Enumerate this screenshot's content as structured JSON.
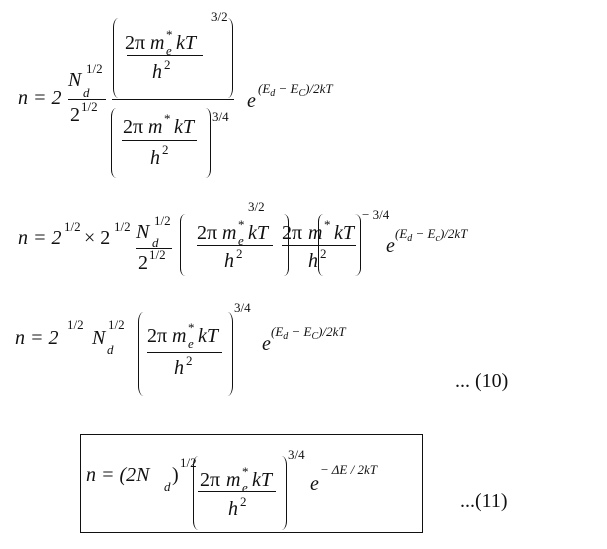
{
  "eq1": {
    "lhs": "n = 2",
    "N": "N",
    "d": "d",
    "half": "1/2",
    "two": "2",
    "half2": "1/2",
    "num": {
      "two_pi": "2π",
      "m": "m",
      "star": "*",
      "e": "e",
      "kT": "kT",
      "h": "h",
      "sq": "2",
      "power": "3/2"
    },
    "den": {
      "two_pi": "2π",
      "m": "m",
      "star": "*",
      "kT": "kT",
      "h": "h",
      "sq": "2",
      "power": "3/4"
    },
    "e": "e",
    "exp": {
      "a": "(E",
      "b": "d",
      "c": " − E",
      "d": "C",
      "f": ")/2kT"
    }
  },
  "eq2": {
    "lhs": "n = 2",
    "half1": "1/2",
    "times": "× 2",
    "half2": "1/2",
    "N": "N",
    "d": "d",
    "half3": "1/2",
    "two": "2",
    "half4": "1/2",
    "p1": {
      "two_pi": "2π",
      "m": "m",
      "star": "*",
      "e": "e",
      "kT": "kT",
      "h": "h",
      "sq": "2",
      "power": "3/2"
    },
    "p2": {
      "two_pi": "2π",
      "m": "m",
      "star": "*",
      "kT": "kT",
      "h": "h",
      "sq": "2",
      "power": "− 3/4"
    },
    "e": "e",
    "exp": {
      "a": "(E",
      "b": "d",
      "c": " − E",
      "d": "c",
      "f": ")/2kT"
    }
  },
  "eq3": {
    "lhs": "n = 2",
    "half1": "1/2",
    "N": "N",
    "d": "d",
    "half2": "1/2",
    "p": {
      "two_pi": "2π",
      "m": "m",
      "star": "*",
      "e": "e",
      "kT": "kT",
      "h": "h",
      "sq": "2",
      "power": "3/4"
    },
    "e": "e",
    "exp": {
      "a": "(E",
      "b": "d",
      "c": " − E",
      "d": "C",
      "f": ")/2kT"
    },
    "number": "... (10)"
  },
  "eq4": {
    "lhs": "n = (2N",
    "d": "d",
    "rp": ")",
    "half": "1/2",
    "p": {
      "two_pi": "2π",
      "m": "m",
      "star": "*",
      "e": "e",
      "kT": "kT",
      "h": "h",
      "sq": "2",
      "power": "3/4"
    },
    "e": "e",
    "exp": "− ΔE / 2kT",
    "number": "...(11)"
  }
}
